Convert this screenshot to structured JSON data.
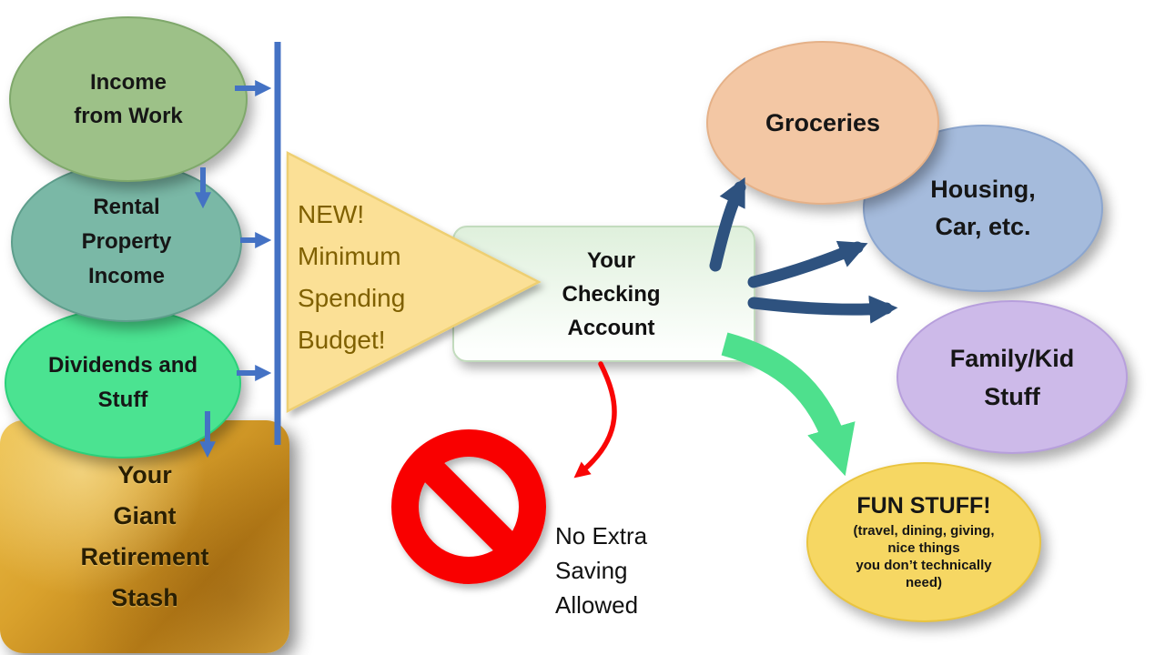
{
  "colors": {
    "line_blue": "#4472C4",
    "arrow_navy": "#2E527F",
    "arrow_green": "#4EE08D",
    "arrow_red": "#F90606",
    "income_fill": "#9DC188",
    "income_edge": "#7FA86B",
    "rental_fill": "#7AB8A6",
    "rental_edge": "#5E9E8C",
    "dividends_fill": "#4BE391",
    "dividends_edge": "#2BD07A",
    "gold_light": "#EDC04B",
    "gold_dark": "#B97F18",
    "retirement_text": "#2A1F03",
    "triangle_fill": "#FBE096",
    "triangle_edge": "#EECF72",
    "triangle_text": "#7F6000",
    "checking_fill_top": "#DFF0DC",
    "checking_fill_bottom": "#FDFFFD",
    "checking_edge": "#C2DBBD",
    "groceries_fill": "#F3C7A4",
    "groceries_edge": "#E5B188",
    "housing_fill": "#A5BBDC",
    "housing_edge": "#8CA6CF",
    "family_fill": "#CDBAE9",
    "family_edge": "#B79FDC",
    "fun_fill": "#F6D763",
    "fun_edge": "#E9C43F"
  },
  "nodes": {
    "income_work": {
      "label": "Income\nfrom Work"
    },
    "rental": {
      "label": "Rental\nProperty\nIncome"
    },
    "dividends": {
      "label": "Dividends and\nStuff"
    },
    "retirement": {
      "label": "Your\nGiant\nRetirement\nStash"
    },
    "budget_callout": {
      "label": "NEW!\nMinimum\nSpending\nBudget!"
    },
    "checking": {
      "label": "Your\nChecking\nAccount"
    },
    "groceries": {
      "label": "Groceries"
    },
    "housing": {
      "label": "Housing,\nCar, etc."
    },
    "family": {
      "label": "Family/Kid\nStuff"
    },
    "fun": {
      "label": "FUN STUFF!",
      "sublabel": "(travel, dining, giving,\nnice things\nyou don’t technically\nneed)"
    },
    "no_saving": {
      "label": "No Extra\nSaving\nAllowed"
    }
  }
}
